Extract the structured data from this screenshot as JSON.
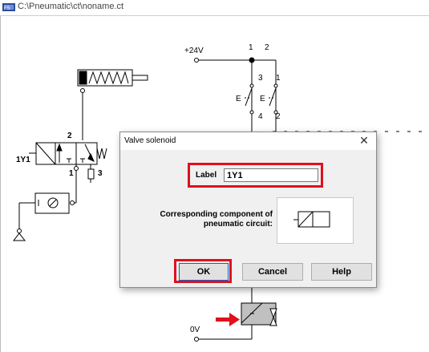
{
  "window": {
    "title": "C:\\Pneumatic\\ct\\noname.ct",
    "icon": "fluidsim-app-icon"
  },
  "diagram": {
    "labels": {
      "supply": "+24V",
      "ground": "0V",
      "solenoid": "1Y1",
      "port_top": "2",
      "port_bottom_left": "1",
      "port_bottom_right": "3",
      "node1": "1",
      "node2": "2",
      "contact_a_top": "3",
      "contact_a_bottom": "4",
      "contact_b_top": "1",
      "contact_b_bottom": "2",
      "switch_a": "E",
      "switch_b": "E"
    },
    "colors": {
      "arrow": "#e0101c",
      "solenoid_fill": "#c0c0c0"
    }
  },
  "dialog": {
    "title": "Valve solenoid",
    "close_icon": "close-icon",
    "label_caption": "Label",
    "label_value": "1Y1",
    "component_caption_line1": "Corresponding component of",
    "component_caption_line2": "pneumatic circuit:",
    "ok_label": "OK",
    "cancel_label": "Cancel",
    "help_label": "Help",
    "highlight_color": "#e0101c"
  }
}
